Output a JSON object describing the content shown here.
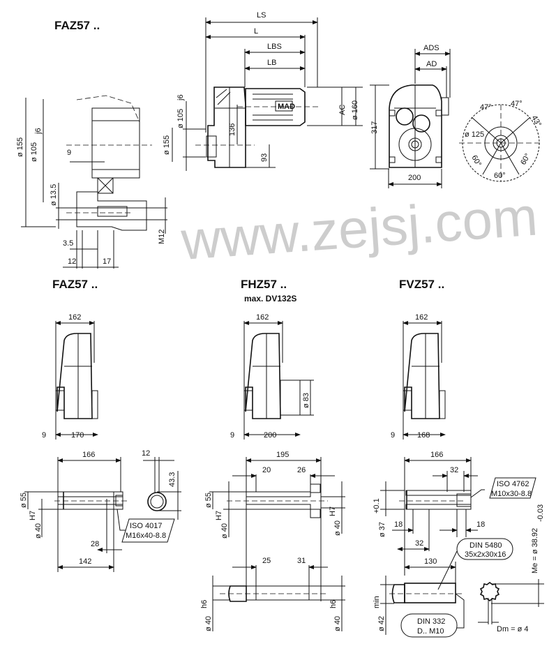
{
  "watermark": "www.zejsj.com",
  "top": {
    "title": "FAZ57 ..",
    "section": {
      "d155": "ø 155",
      "d105": "ø 105",
      "d105_tol": "j6",
      "d13_5": "ø 13.5",
      "nine": "9",
      "m12": "M12",
      "d3_5": "3.5",
      "d12": "12",
      "d17": "17"
    },
    "side": {
      "LS": "LS",
      "L": "L",
      "LBS": "LBS",
      "LB": "LB",
      "AC": "AC",
      "d160": "ø 160",
      "d105": "ø 105",
      "d105_tol": "j6",
      "d155": "ø 155",
      "d136": "136",
      "d93": "93",
      "motor_badge": "MAD"
    },
    "front": {
      "ADS": "ADS",
      "AD": "AD",
      "h317": "317",
      "w200": "200"
    },
    "flange": {
      "a1": "47°",
      "a2": "47°",
      "a3": "43°",
      "d125": "ø 125",
      "a4": "60°",
      "a5": "60°",
      "a6": "60°"
    }
  },
  "middle": {
    "faz": {
      "title": "FAZ57 ..",
      "w162": "162",
      "nine": "9",
      "w170": "170"
    },
    "fhz": {
      "title": "FHZ57 ..",
      "subtitle": "max. DV132S",
      "w162": "162",
      "nine": "9",
      "w200": "200",
      "d83": "ø 83"
    },
    "fvz": {
      "title": "FVZ57 ..",
      "w162": "162",
      "nine": "9",
      "w168": "168"
    }
  },
  "bottom": {
    "faz": {
      "w166": "166",
      "w12": "12",
      "h43_3": "43.3",
      "d55": "ø 55",
      "d40": "ø 40",
      "d40_tol": "H7",
      "iso1": "ISO 4017",
      "iso2": "M16x40-8.8",
      "w28": "28",
      "w142": "142"
    },
    "fhz": {
      "w195": "195",
      "w20": "20",
      "w26": "26",
      "d55": "ø 55",
      "d40a": "ø 40",
      "d40a_tol": "H7",
      "d40b": "ø 40",
      "d40b_tol": "H7",
      "w25": "25",
      "w31": "31",
      "d40c": "ø 40",
      "d40c_tol": "h6",
      "d40d": "ø 40",
      "d40d_tol": "h6"
    },
    "fvz": {
      "w166": "166",
      "w32a": "32",
      "iso1": "ISO 4762",
      "iso2": "M10x30-8.8",
      "d37": "ø 37",
      "d37_tol": "+0.1",
      "w18a": "18",
      "w18b": "18",
      "w32b": "32",
      "din5480_1": "DIN 5480",
      "din5480_2": "35x2x30x16",
      "w130": "130",
      "d42": "ø 42",
      "d42_tol": "min",
      "din332_1": "DIN 332",
      "din332_2": "D.. M10",
      "me": "Me = ø 38.92",
      "me_tol": "-0.03",
      "dm": "Dm = ø 4"
    }
  }
}
